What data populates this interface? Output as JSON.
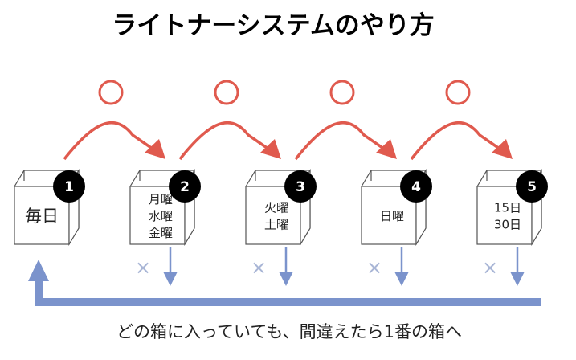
{
  "title": "ライトナーシステムのやり方",
  "footer": "どの箱に入っていても、間違えたら1番の箱へ",
  "correct_mark": "○",
  "wrong_mark": "×",
  "colors": {
    "correct": "#e05a4e",
    "wrong": "#7b93cc",
    "badge": "#000000"
  },
  "boxes": [
    {
      "number": "1",
      "lines": [
        "毎日"
      ]
    },
    {
      "number": "2",
      "lines": [
        "月曜",
        "水曜",
        "金曜"
      ]
    },
    {
      "number": "3",
      "lines": [
        "火曜",
        "土曜"
      ]
    },
    {
      "number": "4",
      "lines": [
        "日曜"
      ]
    },
    {
      "number": "5",
      "lines": [
        "15日",
        "30日"
      ]
    }
  ]
}
